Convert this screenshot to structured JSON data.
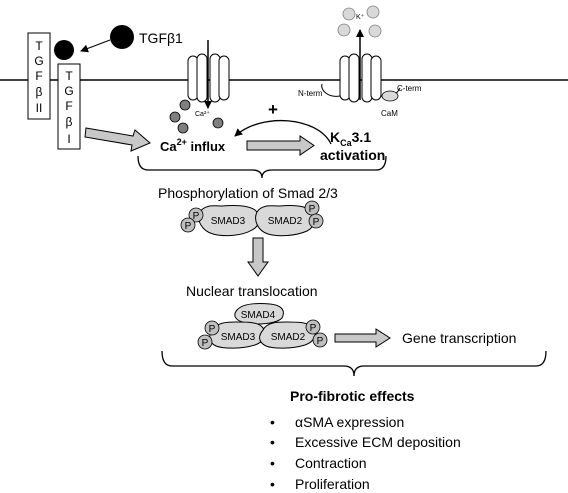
{
  "ligand": {
    "label": "TGFβ1"
  },
  "receptors": {
    "type2": [
      "T",
      "G",
      "F",
      "β",
      "II"
    ],
    "type1": [
      "T",
      "G",
      "F",
      "β",
      "I"
    ]
  },
  "channel_left": {
    "ion_label": "Ca²⁺"
  },
  "channel_right": {
    "ion_label": "K⁺",
    "n_term": "N-term",
    "c_term": "C-term",
    "cam": "CaM"
  },
  "feedback": {
    "plus": "+",
    "ca_influx_main": "Ca",
    "ca_influx_sup": "2+",
    "ca_influx_rest": " influx",
    "kca_main": "K",
    "kca_sub": "Ca",
    "kca_rest": "3.1",
    "activation": "activation"
  },
  "steps": {
    "phosphorylation": "Phosphorylation of Smad 2/3",
    "nuclear": "Nuclear translocation",
    "gene": "Gene transcription"
  },
  "complex1": {
    "smad3": "SMAD3",
    "smad2": "SMAD2",
    "p": "P"
  },
  "complex2": {
    "smad4": "SMAD4",
    "smad3": "SMAD3",
    "smad2": "SMAD2",
    "p": "P"
  },
  "effects": {
    "title": "Pro-fibrotic effects",
    "bullet": "•",
    "items": [
      "αSMA expression",
      "Excessive ECM deposition",
      "Contraction",
      "Proliferation"
    ]
  },
  "colors": {
    "line": "#000000",
    "arrow_fill": "#c8c8c8",
    "ball_dark": "#000000",
    "ion_gray": "#7f7f7f",
    "ion_light": "#d9d9d9",
    "p_fill": "#bfbfbf",
    "smad_fill": "#d9d9d9"
  }
}
